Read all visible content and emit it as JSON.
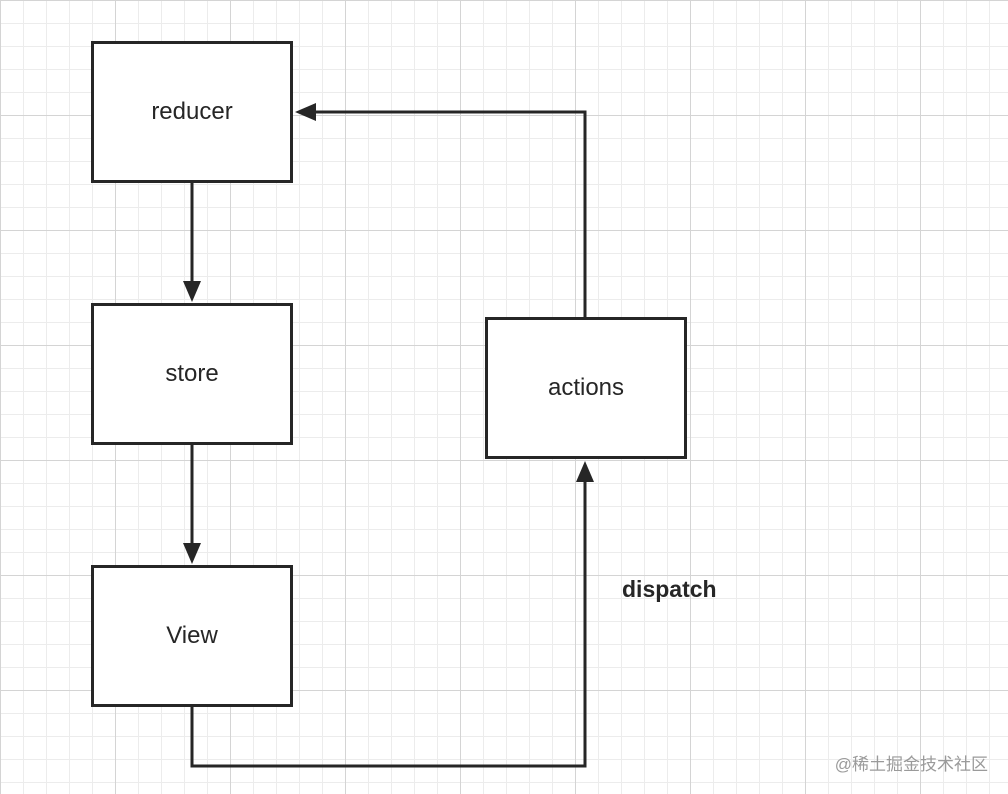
{
  "diagram": {
    "nodes": [
      {
        "id": "reducer",
        "label": "reducer"
      },
      {
        "id": "store",
        "label": "store"
      },
      {
        "id": "view",
        "label": "View"
      },
      {
        "id": "actions",
        "label": "actions"
      }
    ],
    "edges": [
      {
        "from": "reducer",
        "to": "store",
        "label": ""
      },
      {
        "from": "store",
        "to": "view",
        "label": ""
      },
      {
        "from": "view",
        "to": "actions",
        "label": "dispatch"
      },
      {
        "from": "actions",
        "to": "reducer",
        "label": ""
      }
    ]
  },
  "watermark": "@稀土掘金技术社区"
}
